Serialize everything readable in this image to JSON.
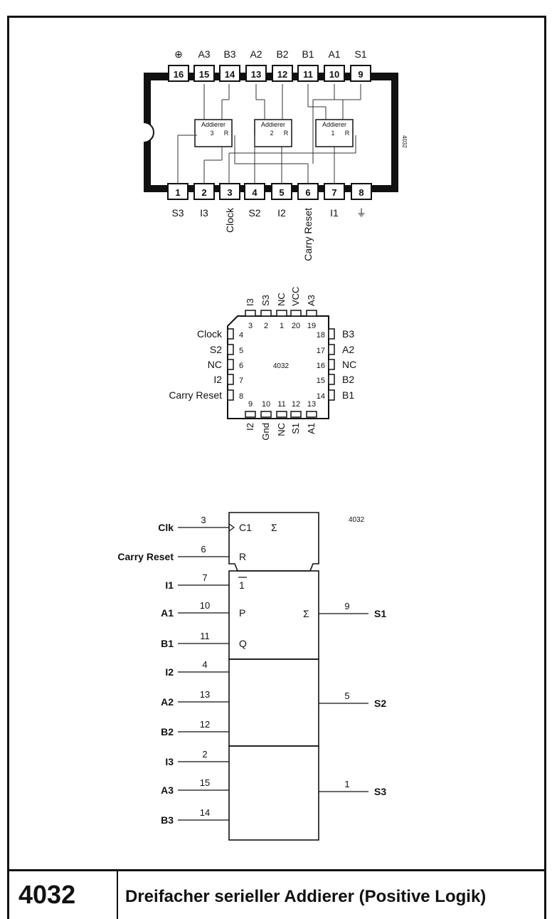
{
  "dip": {
    "top_pins": [
      {
        "num": "16",
        "label": "⊕"
      },
      {
        "num": "15",
        "label": "A3"
      },
      {
        "num": "14",
        "label": "B3"
      },
      {
        "num": "13",
        "label": "A2"
      },
      {
        "num": "12",
        "label": "B2"
      },
      {
        "num": "11",
        "label": "B1"
      },
      {
        "num": "10",
        "label": "A1"
      },
      {
        "num": "9",
        "label": "S1"
      }
    ],
    "bottom_pins": [
      {
        "num": "1",
        "label": "S3"
      },
      {
        "num": "2",
        "label": "I3"
      },
      {
        "num": "3",
        "label": "Clock"
      },
      {
        "num": "4",
        "label": "S2"
      },
      {
        "num": "5",
        "label": "I2"
      },
      {
        "num": "6",
        "label": "Carry Reset"
      },
      {
        "num": "7",
        "label": "I1"
      },
      {
        "num": "8",
        "label": "⏚"
      }
    ],
    "adders": [
      {
        "title": "Addierer",
        "num": "3",
        "r": "R"
      },
      {
        "title": "Addierer",
        "num": "2",
        "r": "R"
      },
      {
        "title": "Addierer",
        "num": "1",
        "r": "R"
      }
    ],
    "side_code": "4032"
  },
  "plcc": {
    "center": "4032",
    "top": [
      {
        "num": "3",
        "label": "I3"
      },
      {
        "num": "2",
        "label": "S3"
      },
      {
        "num": "1",
        "label": "NC"
      },
      {
        "num": "20",
        "label": "VCC"
      },
      {
        "num": "19",
        "label": "A3"
      }
    ],
    "left": [
      {
        "num": "4",
        "label": "Clock"
      },
      {
        "num": "5",
        "label": "S2"
      },
      {
        "num": "6",
        "label": "NC"
      },
      {
        "num": "7",
        "label": "I2"
      },
      {
        "num": "8",
        "label": "Carry Reset"
      }
    ],
    "right": [
      {
        "num": "18",
        "label": "B3"
      },
      {
        "num": "17",
        "label": "A2"
      },
      {
        "num": "16",
        "label": "NC"
      },
      {
        "num": "15",
        "label": "B2"
      },
      {
        "num": "14",
        "label": "B1"
      }
    ],
    "bottom": [
      {
        "num": "9",
        "label": "I2"
      },
      {
        "num": "10",
        "label": "Gnd"
      },
      {
        "num": "11",
        "label": "NC"
      },
      {
        "num": "12",
        "label": "S1"
      },
      {
        "num": "13",
        "label": "A1"
      }
    ]
  },
  "logic": {
    "code": "4032",
    "control": [
      {
        "label": "Clk",
        "pin": "3",
        "inner": "C1"
      },
      {
        "label": "Carry Reset",
        "pin": "6",
        "inner": "R"
      }
    ],
    "control_sigma": "Σ",
    "inputs": [
      {
        "label": "I1",
        "pin": "7",
        "inner": "1"
      },
      {
        "label": "A1",
        "pin": "10",
        "inner": "P"
      },
      {
        "label": "B1",
        "pin": "11",
        "inner": "Q"
      },
      {
        "label": "I2",
        "pin": "4",
        "inner": ""
      },
      {
        "label": "A2",
        "pin": "13",
        "inner": ""
      },
      {
        "label": "B2",
        "pin": "12",
        "inner": ""
      },
      {
        "label": "I3",
        "pin": "2",
        "inner": ""
      },
      {
        "label": "A3",
        "pin": "15",
        "inner": ""
      },
      {
        "label": "B3",
        "pin": "14",
        "inner": ""
      }
    ],
    "outputs": [
      {
        "label": "S1",
        "pin": "9",
        "inner": "Σ"
      },
      {
        "label": "S2",
        "pin": "5",
        "inner": ""
      },
      {
        "label": "S3",
        "pin": "1",
        "inner": ""
      }
    ]
  },
  "footer": {
    "part_number": "4032",
    "title": "Dreifacher serieller Addierer (Positive Logik)"
  }
}
